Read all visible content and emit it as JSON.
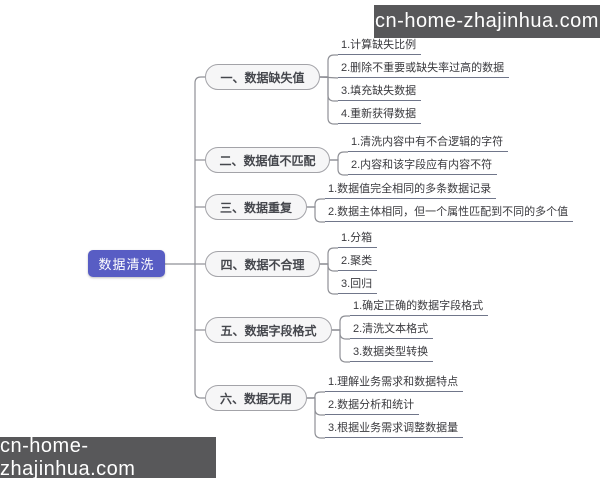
{
  "watermark": {
    "top_text": "cn-home-zhajinhua.com",
    "bottom_text": "cn-home-zhajinhua.com"
  },
  "root": {
    "label": "数据清洗"
  },
  "branches": [
    {
      "label": "一、数据缺失值",
      "children": [
        "1.计算缺失比例",
        "2.删除不重要或缺失率过高的数据",
        "3.填充缺失数据",
        "4.重新获得数据"
      ]
    },
    {
      "label": "二、数据值不匹配",
      "children": [
        "1.清洗内容中有不合逻辑的字符",
        "2.内容和该字段应有内容不符"
      ]
    },
    {
      "label": "三、数据重复",
      "children": [
        "1.数据值完全相同的多条数据记录",
        "2.数据主体相同，但一个属性匹配到不同的多个值"
      ]
    },
    {
      "label": "四、数据不合理",
      "children": [
        "1.分箱",
        "2.聚类",
        "3.回归"
      ]
    },
    {
      "label": "五、数据字段格式",
      "children": [
        "1.确定正确的数据字段格式",
        "2.清洗文本格式",
        "3.数据类型转换"
      ]
    },
    {
      "label": "六、数据无用",
      "children": [
        "1.理解业务需求和数据特点",
        "2.数据分析和统计",
        "3.根据业务需求调整数据量"
      ]
    }
  ],
  "colors": {
    "root_fill": "#585dc4",
    "root_text": "#ffffff",
    "branch_fill": "#f6f6f7",
    "branch_border": "#a3a3a8",
    "connector": "#8f9096",
    "leaf_underline": "#70768a",
    "watermark_bg": "#58585a",
    "watermark_text": "#ffffff"
  }
}
